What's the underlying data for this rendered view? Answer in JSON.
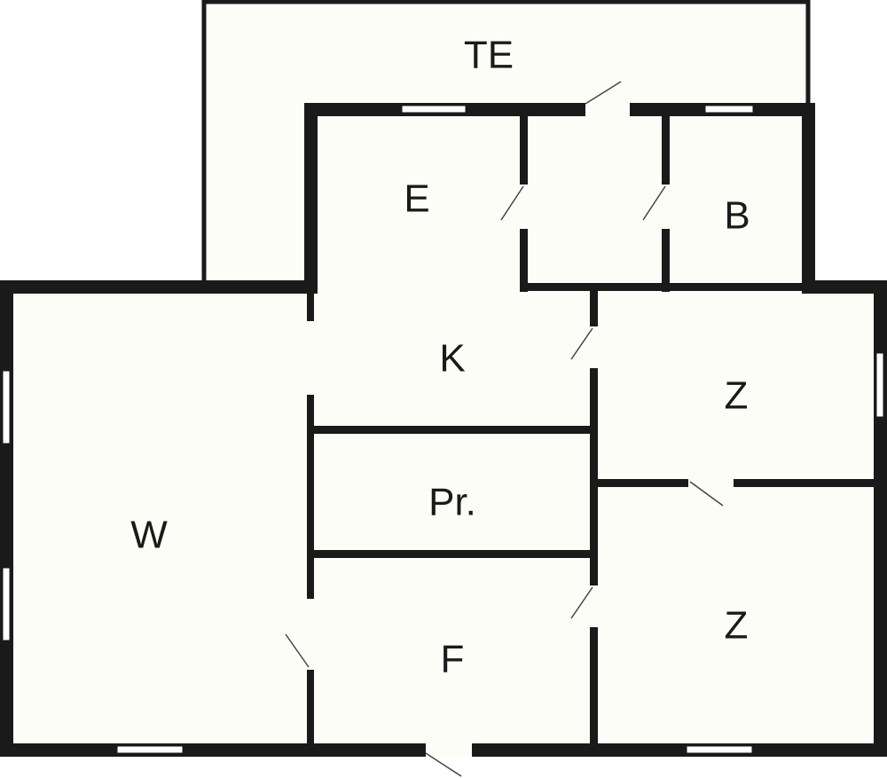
{
  "colors": {
    "wall": "#1a1a1a",
    "floor": "#fdfdf7",
    "background": "#ffffff"
  },
  "rooms": {
    "terrace": {
      "label": "TE"
    },
    "entry": {
      "label": "E"
    },
    "bath": {
      "label": "B"
    },
    "kitchen": {
      "label": "K"
    },
    "living": {
      "label": "W"
    },
    "pantry": {
      "label": "Pr."
    },
    "hall": {
      "label": "F"
    },
    "room1": {
      "label": "Z"
    },
    "room2": {
      "label": "Z"
    }
  }
}
